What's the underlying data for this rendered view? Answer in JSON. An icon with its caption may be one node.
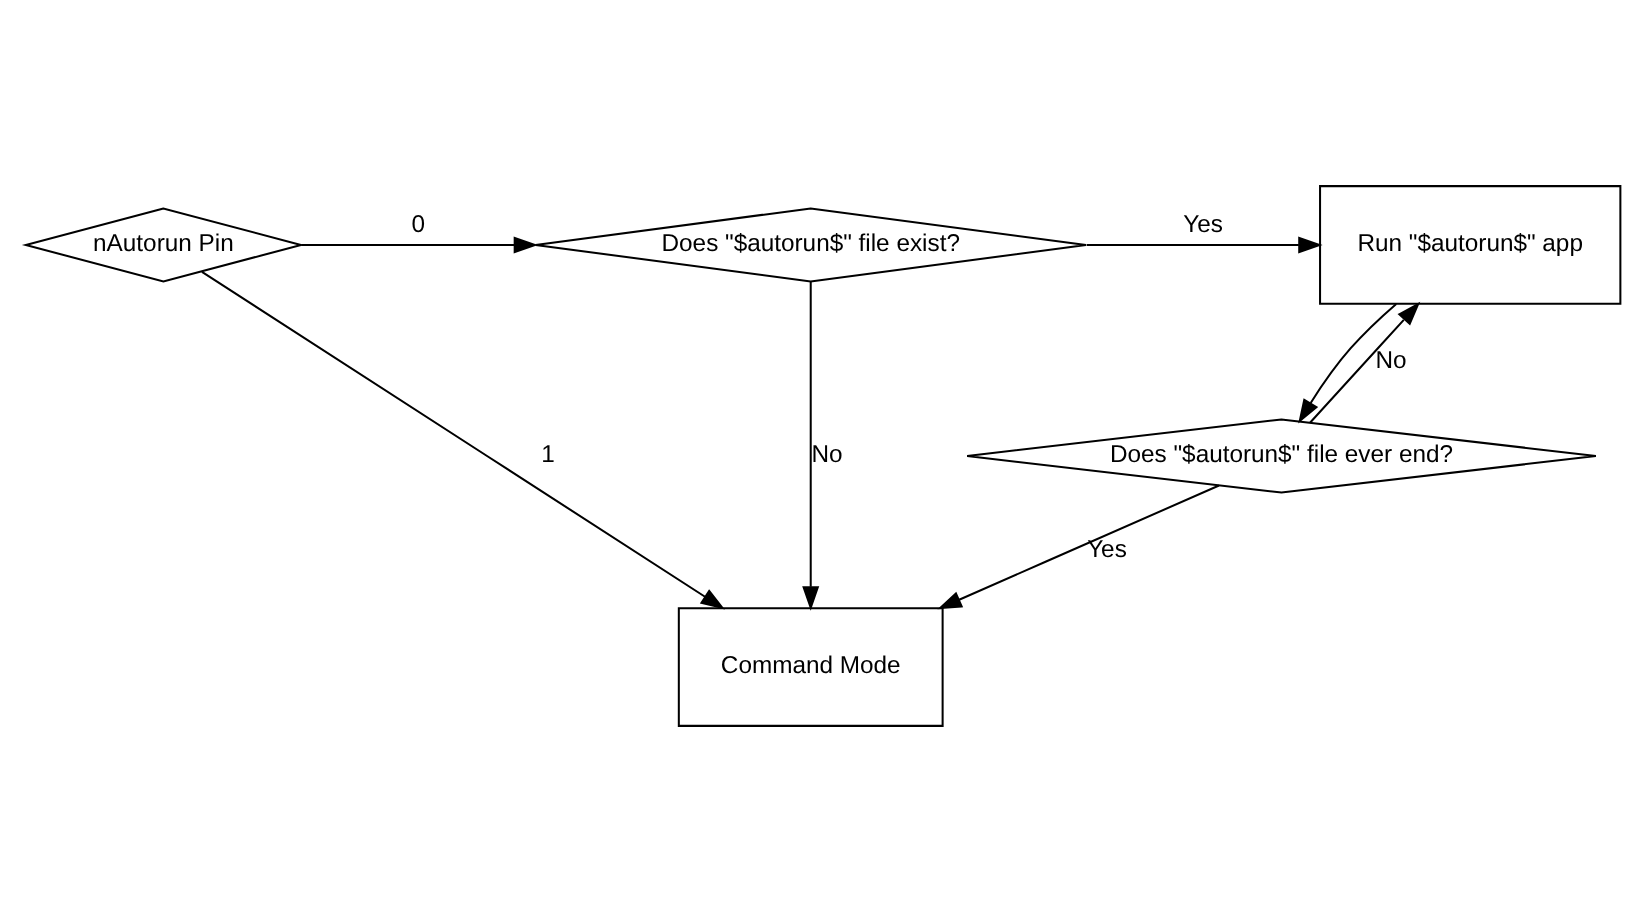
{
  "diagram": {
    "nodes": [
      {
        "text": [
          "nAutorun Pin"
        ]
      },
      {
        "text": [
          "Does \"$autorun$\" file exist?"
        ]
      },
      {
        "text": [
          "Run \"$autorun$\" app"
        ]
      },
      {
        "text": [
          "Does \"$autorun$\" file ever end?"
        ]
      },
      {
        "text": [
          "Command Mode"
        ]
      }
    ],
    "edges": [
      {
        "from": 0,
        "to": 1,
        "arrow": "to",
        "label": "0"
      },
      {
        "from": 0,
        "to": 4,
        "arrow": "to",
        "label": "1"
      },
      {
        "from": 1,
        "to": 2,
        "arrow": "to",
        "label": "Yes"
      },
      {
        "from": 1,
        "to": 4,
        "arrow": "to",
        "label": "No"
      },
      {
        "from": 2,
        "to": 3,
        "arrow": "to"
      },
      {
        "from": 3,
        "to": 4,
        "arrow": "to",
        "label": "Yes"
      },
      {
        "from": 3,
        "to": 2,
        "arrow": "to",
        "label": "No"
      }
    ]
  }
}
